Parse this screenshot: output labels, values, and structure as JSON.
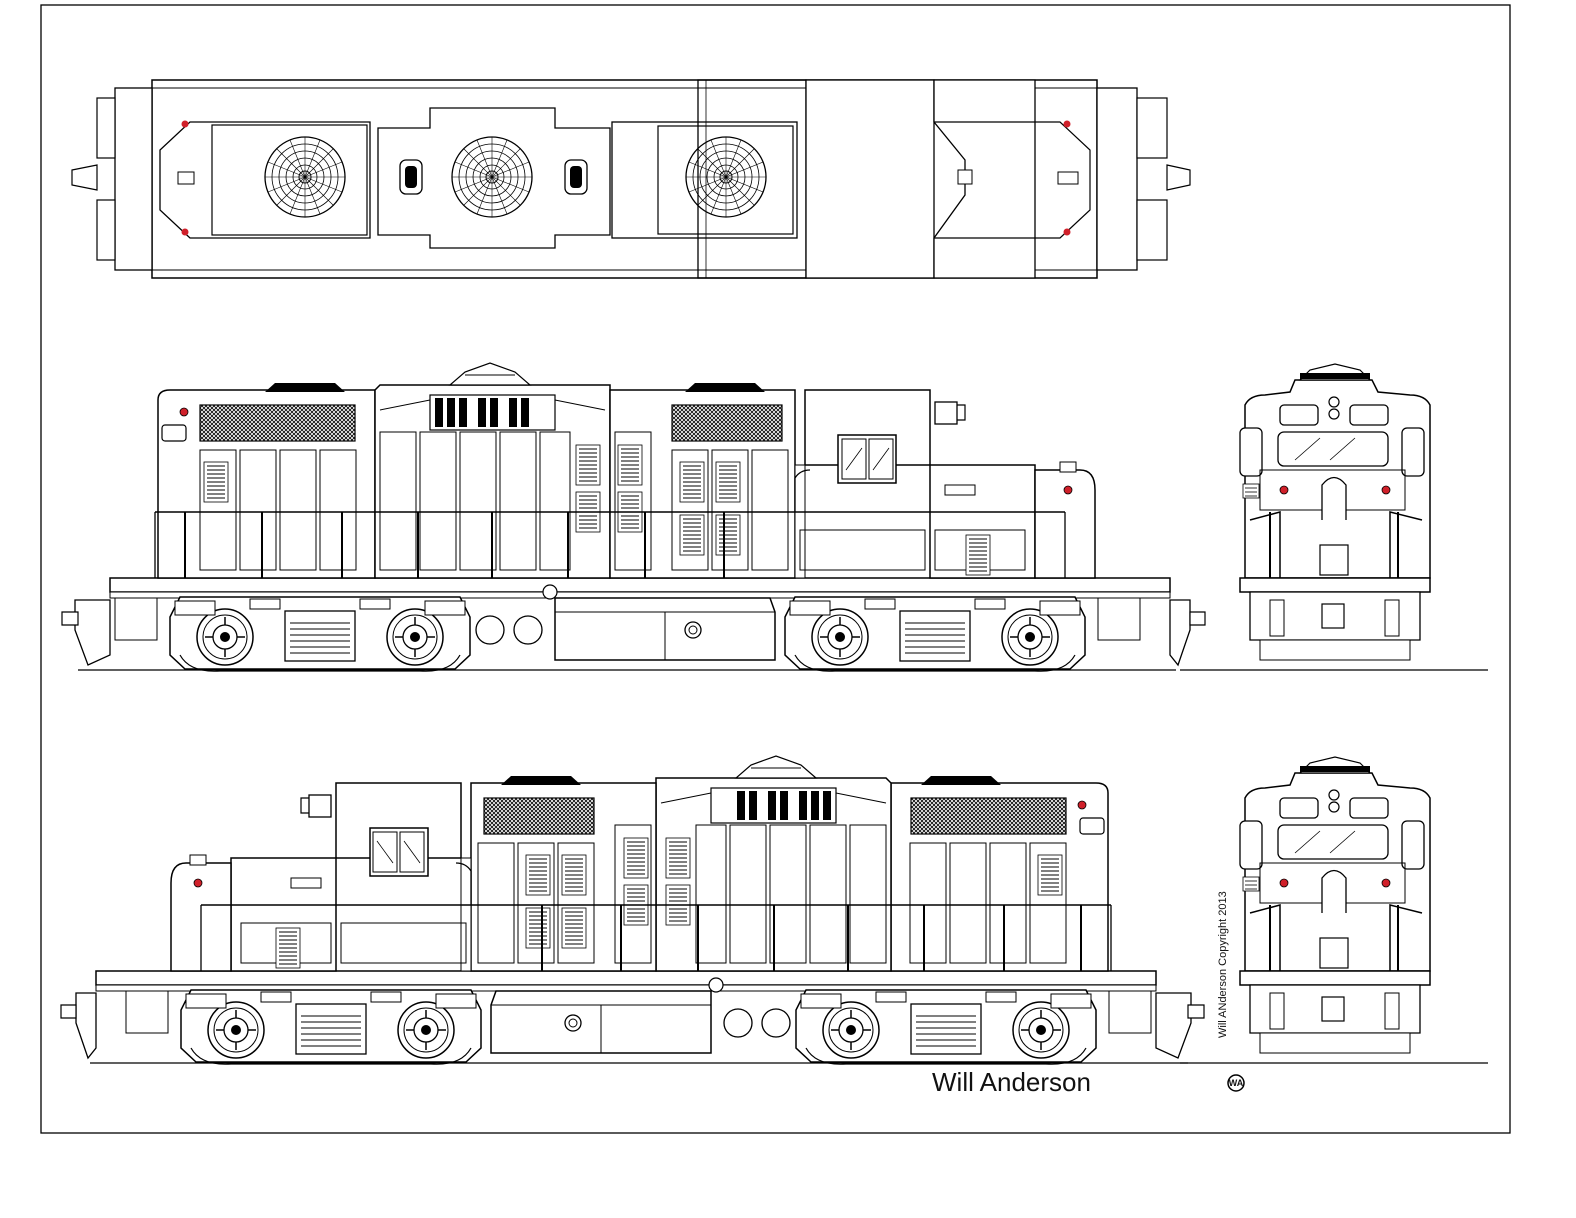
{
  "drawing": {
    "author_signature": "Will Anderson",
    "copyright_text": "Will ANderson Copyright 2013",
    "maker_mark": "WA",
    "colors": {
      "ink": "#000000",
      "paper": "#ffffff",
      "marker": "#d0202a"
    }
  }
}
